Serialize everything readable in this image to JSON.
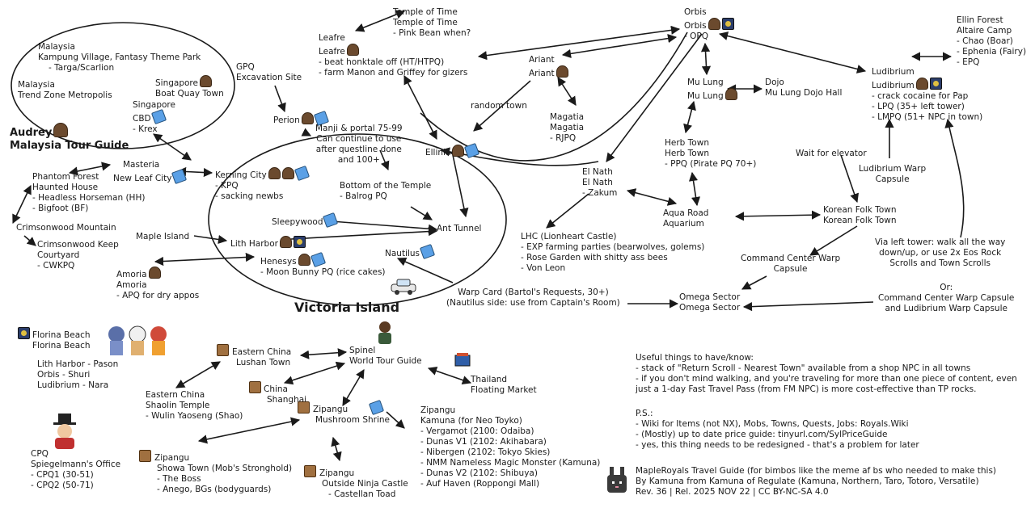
{
  "nodes": {
    "malaysia_kampung": {
      "lines": [
        "Malaysia",
        "Kampung Village, Fantasy Theme Park",
        "- Targa/Scarlion"
      ]
    },
    "malaysia_trend": {
      "lines": [
        "Malaysia",
        "Trend Zone Metropolis"
      ]
    },
    "singapore_boat": {
      "lines": [
        "Singapore",
        "Boat Quay Town"
      ]
    },
    "singapore_cbd": {
      "lines": [
        "Singapore",
        "CBD",
        "- Krex"
      ]
    },
    "audrey": {
      "lines": [
        "Audrey",
        "Malaysia Tour Guide"
      ]
    },
    "gpq": {
      "lines": [
        "GPQ",
        "Excavation Site"
      ]
    },
    "temple_of_time": {
      "lines": [
        "Temple of Time",
        "Temple of Time",
        "- Pink Bean when?"
      ]
    },
    "leafre": {
      "lines": [
        "Leafre",
        "Leafre",
        "- beat honktale off (HT/HTPQ)",
        "- farm Manon and Griffey for gizers"
      ]
    },
    "orbis": {
      "lines": [
        "Orbis",
        "Orbis",
        "- OPQ"
      ]
    },
    "ariant": {
      "lines": [
        "Ariant",
        "Ariant"
      ]
    },
    "random_town": {
      "lines": [
        "random town"
      ]
    },
    "magatia": {
      "lines": [
        "Magatia",
        "Magatia",
        "- RJPQ"
      ]
    },
    "ellin": {
      "lines": [
        "Ellin Forest",
        "Altaire Camp",
        "- Chao (Boar)",
        "- Ephenia (Fairy)",
        "- EPQ"
      ]
    },
    "ludibrium": {
      "lines": [
        "Ludibrium",
        "Ludibrium",
        "- crack cocaine for Pap",
        "- LPQ (35+ left tower)",
        "- LMPQ (51+ NPC in town)"
      ]
    },
    "mulung": {
      "lines": [
        "Mu Lung",
        "Mu Lung"
      ]
    },
    "dojo": {
      "lines": [
        "Dojo",
        "Mu Lung Dojo Hall"
      ]
    },
    "herb": {
      "lines": [
        "Herb Town",
        "Herb Town",
        "- PPQ (Pirate PQ 70+)"
      ]
    },
    "wait_elevator": {
      "lines": [
        "Wait for elevator"
      ]
    },
    "lud_warp": {
      "lines": [
        "Ludibrium Warp",
        "Capsule"
      ]
    },
    "perion": {
      "lines": [
        "Perion"
      ]
    },
    "manji": {
      "lines": [
        "Manji & portal 75-99",
        "Can continue to use",
        "after questline done",
        "and 100+"
      ]
    },
    "ellinia": {
      "lines": [
        "Ellinia"
      ]
    },
    "elnath": {
      "lines": [
        "El Nath",
        "El Nath",
        "- Zakum"
      ]
    },
    "phantom": {
      "lines": [
        "Phantom Forest",
        "Haunted House",
        "- Headless Horseman (HH)",
        "- Bigfoot (BF)"
      ]
    },
    "masteria": {
      "lines": [
        "Masteria",
        "New Leaf City"
      ]
    },
    "kerning": {
      "lines": [
        "Kerning City",
        "- KPQ",
        "- sacking newbs"
      ]
    },
    "bottom_temple": {
      "lines": [
        "Bottom of the Temple",
        "- Balrog PQ"
      ]
    },
    "aqua": {
      "lines": [
        "Aqua Road",
        "Aquarium"
      ]
    },
    "korean": {
      "lines": [
        "Korean Folk Town",
        "Korean Folk Town"
      ]
    },
    "crimson_mtn": {
      "lines": [
        "Crimsonwood Mountain"
      ]
    },
    "crimson_keep": {
      "lines": [
        "Crimsonwood Keep",
        "Courtyard",
        "- CWKPQ"
      ]
    },
    "sleepywood": {
      "lines": [
        "Sleepywood"
      ]
    },
    "ant_tunnel": {
      "lines": [
        "Ant Tunnel"
      ]
    },
    "maple_island": {
      "lines": [
        "Maple Island"
      ]
    },
    "lith": {
      "lines": [
        "Lith Harbor"
      ]
    },
    "lhc": {
      "lines": [
        "LHC (Lionheart Castle)",
        "- EXP farming parties (bearwolves, golems)",
        "- Rose Garden with shitty ass bees",
        "- Von Leon"
      ]
    },
    "left_tower": {
      "lines": [
        "Via left tower: walk all the way",
        "down/up, or use 2x Eos Rock",
        "Scrolls and Town Scrolls"
      ]
    },
    "nautilus": {
      "lines": [
        "Nautilus"
      ]
    },
    "henesys": {
      "lines": [
        "Henesys",
        "- Moon Bunny PQ (rice cakes)"
      ]
    },
    "cc_warp": {
      "lines": [
        "Command Center Warp",
        "Capsule"
      ]
    },
    "amoria": {
      "lines": [
        "Amoria",
        "Amoria",
        "- APQ for dry appos"
      ]
    },
    "warp_card": {
      "lines": [
        "Warp Card (Bartol's Requests, 30+)",
        "(Nautilus side: use from Captain's Room)"
      ]
    },
    "omega": {
      "lines": [
        "Omega Sector",
        "Omega Sector"
      ]
    },
    "or_note": {
      "lines": [
        "Or:",
        "Command Center Warp Capsule",
        "and Ludibrium Warp Capsule"
      ]
    },
    "florina": {
      "lines": [
        "Florina Beach",
        "Florina Beach"
      ]
    },
    "florina_from": {
      "lines": [
        "Lith Harbor - Pason",
        "Orbis - Shuri",
        "Ludibrium - Nara"
      ]
    },
    "lushan": {
      "lines": [
        "Eastern China",
        "Lushan Town"
      ]
    },
    "spinel": {
      "lines": [
        "Spinel",
        "World Tour Guide"
      ]
    },
    "thailand": {
      "lines": [
        "Thailand",
        "Floating Market"
      ]
    },
    "shaolin": {
      "lines": [
        "Eastern China",
        "Shaolin Temple",
        "- Wulin Yaoseng (Shao)"
      ]
    },
    "shanghai": {
      "lines": [
        "China",
        "Shanghai"
      ]
    },
    "mushroom_shrine": {
      "lines": [
        "Zipangu",
        "Mushroom Shrine"
      ]
    },
    "kamuna": {
      "lines": [
        "Zipangu",
        "Kamuna (for Neo Toyko)",
        "- Vergamot (2100: Odaiba)",
        "- Dunas V1 (2102: Akihabara)",
        "- Nibergen (2102: Tokyo Skies)",
        "- NMM Nameless Magic Monster (Kamuna)",
        "- Dunas V2 (2102: Shibuya)",
        "- Auf Haven (Roppongi Mall)"
      ]
    },
    "cpq": {
      "lines": [
        "CPQ",
        "Spiegelmann's Office",
        "- CPQ1 (30-51)",
        "- CPQ2 (50-71)"
      ]
    },
    "showa": {
      "lines": [
        "Zipangu",
        "Showa Town (Mob's Stronghold)",
        "- The Boss",
        "- Anego, BGs (bodyguards)"
      ]
    },
    "ninja": {
      "lines": [
        "Zipangu",
        "Outside Ninja Castle",
        "- Castellan Toad"
      ]
    }
  },
  "region_title": "Victoria Island",
  "notes": {
    "useful": [
      "Useful things to have/know:",
      "- stack of \"Return Scroll - Nearest Town\" available from a shop NPC in all towns",
      "- if you don't mind walking, and you're traveling for more than one piece of content, even",
      "   just a 1-day Fast Travel Pass (from FM NPC) is more cost-effective than TP rocks."
    ],
    "ps": [
      "P.S.:",
      "- Wiki for Items (not NX), Mobs, Towns, Quests, Jobs: Royals.Wiki",
      "- (Mostly) up to date price guide: tinyurl.com/SylPriceGuide",
      "- yes, this thing needs to be redesigned - that's a problem for later"
    ],
    "credits": [
      "MapleRoyals Travel Guide (for bimbos like the meme af bs who needed to make this)",
      "By Kamuna from Kamuna of Regulate (Kamuna, Northern, Taro, Totoro, Versatile)",
      "Rev. 36 | Rel. 2025 NOV 22 | CC BY-NC-SA 4.0"
    ]
  },
  "icons": [
    "map-icon",
    "taxi-tag-icon",
    "npc-icon",
    "building-icon"
  ],
  "colors": {
    "ink": "#1a1a1a",
    "tag": "#5aa0e6",
    "map": "#2c3e6b"
  }
}
